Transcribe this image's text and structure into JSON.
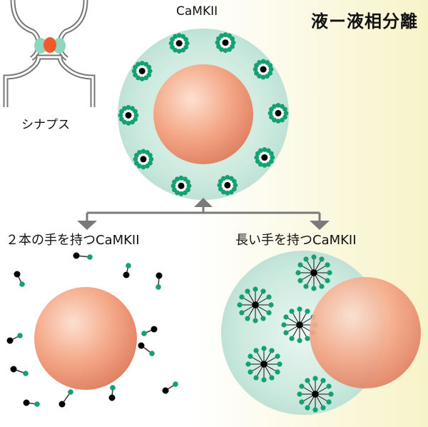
{
  "title": "液ー液相分離",
  "labels": {
    "camkii": "CaMKII",
    "synapse": "シナプス",
    "two_arm": "２本の手を持つCaMKII",
    "long_arm": "長い手を持つCaMKII"
  },
  "colors": {
    "background_start": "#ffffff",
    "background_end": "#f7f3c8",
    "droplet": "#cfe9df",
    "sphere": "#f2a284",
    "green_bead": "#14a073",
    "black_core": "#000000",
    "arrow": "#7a7a7a",
    "receptor_orange": "#f05a2c",
    "receptor_teal": "#8fd6c0"
  }
}
